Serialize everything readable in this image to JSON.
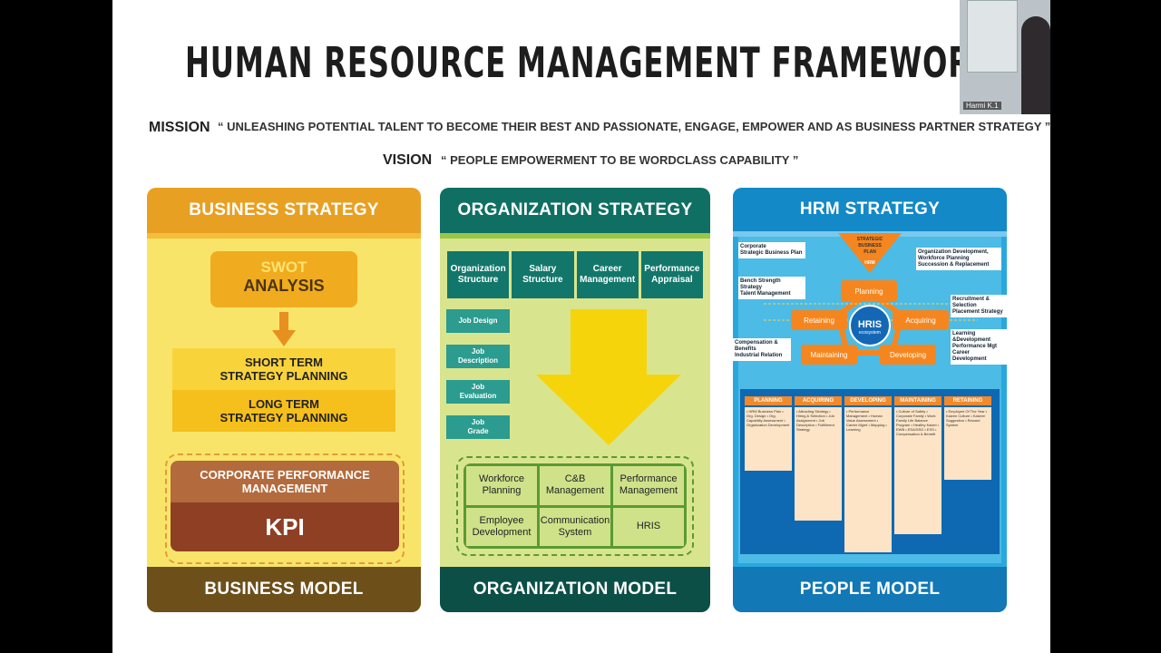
{
  "slide": {
    "title": "HUMAN RESOURCE MANAGEMENT FRAMEWORKS",
    "mission_label": "MISSION",
    "mission_text": "“ UNLEASHING POTENTIAL TALENT TO BECOME THEIR BEST AND PASSIONATE, ENGAGE, EMPOWER AND AS BUSINESS PARTNER STRATEGY ”",
    "vision_label": "VISION",
    "vision_text": "“ PEOPLE EMPOWERMENT TO BE WORDCLASS CAPABILITY ”"
  },
  "business": {
    "header": "BUSINESS STRATEGY",
    "swot_top": "SWOT",
    "swot_bottom": "ANALYSIS",
    "short_term": "SHORT TERM\nSTRATEGY PLANNING",
    "long_term": "LONG TERM\nSTRATEGY PLANNING",
    "cpm": "CORPORATE PERFORMANCE\nMANAGEMENT",
    "kpi": "KPI",
    "footer": "BUSINESS MODEL"
  },
  "organization": {
    "header": "ORGANIZATION STRATEGY",
    "top_cells": [
      "Organization\nStructure",
      "Salary\nStructure",
      "Career\nManagement",
      "Performance\nAppraisal"
    ],
    "job_items": [
      "Job Design",
      "Job\nDescription",
      "Job\nEvaluation",
      "Job\nGrade"
    ],
    "grid": [
      "Workforce\nPlanning",
      "C&B\nManagement",
      "Performance\nManagement",
      "Employee\nDevelopment",
      "Communication\nSystem",
      "HRIS"
    ],
    "footer": "ORGANIZATION MODEL"
  },
  "hrm": {
    "header": "HRM STRATEGY",
    "cycle": {
      "center": "HRIS",
      "center_sub": "ecosystem",
      "top_banner": "STRATEGIC\nBUSINESS\nPLAN",
      "top_tag": "HRM",
      "planning": "Planning",
      "acquiring": "Acquiring",
      "developing": "Developing",
      "maintaining": "Maintaining",
      "retaining": "Retaining"
    },
    "labels": {
      "corporate": "Corporate\nStrategic Business Plan",
      "org_dev": "Organization Development,\nWorkforce Planning\nSuccession & Replacement",
      "bench": "Bench Strength Strategy\nTalent Management",
      "recruit": "Recruitment & Selection\nPlacement Strategy",
      "comp": "Compensation & Benefits\nIndustrial Relation",
      "learning": "Learning &Development\nPerformance Mgt\nCareer Development"
    },
    "table_headers": [
      "PLANNING",
      "ACQUIRING",
      "DEVELOPING",
      "MAINTAINING",
      "RETAINING"
    ],
    "table_cells": [
      "• HRM Business Plan\n• Org. Design\n• Org. Capability Assessment\n• Organization Development",
      "• Attracting Strategy\n• Hiring & Selection\n• Job Assignment\n• Job Description\n• Fulfillment Strategy",
      "• Performance Management\n• Human Value Assessment\n• Career Mgmt\n• Mapping\n• Learning",
      "• Culture of Safety\n• Corporate Family\n• Work Family Life Balance Program\n• Healthy Kaizel\n• EWB\n• ESA/SSO\n• ESS\n• Compensation & Benefit",
      "• Employee Of The Year\n• Kaizen Culture\n• Kaizen/ Suggestion\n• Reward System"
    ],
    "footer": "PEOPLE MODEL"
  },
  "webcam": {
    "name_tag": "Harmi K.1"
  },
  "colors": {
    "business_header": "#e8a023",
    "organization_header": "#0f6f63",
    "hrm_header": "#1389c7",
    "orange_accent": "#f28a2b"
  }
}
